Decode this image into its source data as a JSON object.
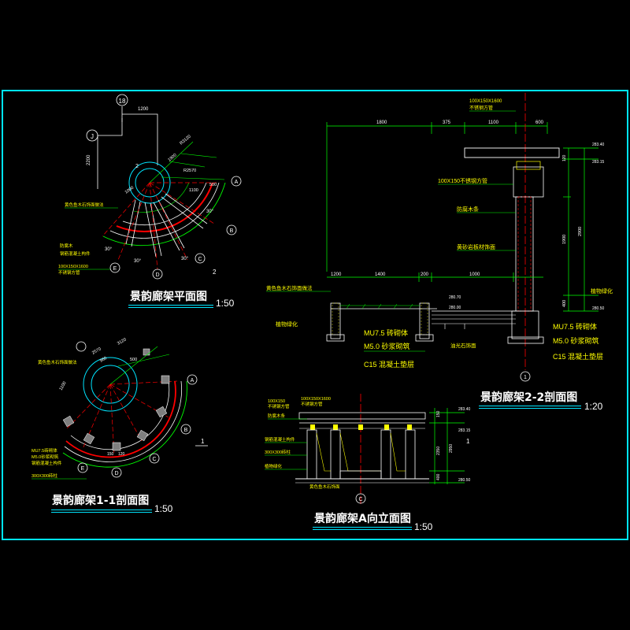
{
  "titles": {
    "plan": "景韵廊架平面图",
    "plan_scale": "1:50",
    "section11": "景韵廊架1-1剖面图",
    "section11_scale": "1:50",
    "section22": "景韵廊架2-2剖面图",
    "section22_scale": "1:20",
    "elevationA": "景韵廊架A向立面图",
    "elevationA_scale": "1:50"
  },
  "plan": {
    "grid_top": "18",
    "grid_left": "J",
    "dim_1200": "1200",
    "dim_2200": "2200",
    "dim_1900": "1900",
    "dim_1100": "1100",
    "dim_1000": "1000",
    "dim_500": "500",
    "dim_r2570": "R2570",
    "dim_r3120": "R3120",
    "dim_30a": "30°",
    "dim_30b": "30°",
    "dim_30c": "30°",
    "dim_30d": "30°",
    "axis_a": "A",
    "axis_b": "B",
    "axis_c": "C",
    "axis_d": "D",
    "axis_e": "E",
    "sec2": "2",
    "note1": "黄色鱼木石饰面做法",
    "note2": "防腐木",
    "note3": "钢筋混凝土构件",
    "note4": "100X150X1600",
    "note5": "不锈钢方管"
  },
  "section11": {
    "dim_2570": "2570",
    "dim_3120": "3120",
    "dim_960": "960",
    "dim_500": "500",
    "dim_1100": "1100",
    "axis_a": "A",
    "axis_b": "B",
    "axis_c": "C",
    "axis_d": "D",
    "axis_e": "E",
    "sec1": "1",
    "note1": "黄色鱼木石饰面做法",
    "note2": "MU7.5砖砌体",
    "note3": "M5.0砂浆砌筑",
    "note4": "钢筋混凝土构件",
    "note5": "300X300砖柱",
    "dim_150": "150",
    "dim_120": "120"
  },
  "section22": {
    "top_note1": "100X150X1600",
    "top_note2": "不锈钢方管",
    "dim_1800": "1800",
    "dim_375": "375",
    "dim_1100": "1100",
    "dim_600": "600",
    "dim_1200": "1200",
    "dim_1400": "1400",
    "dim_200": "200",
    "dim_1000": "1000",
    "dim_120": "120",
    "dim_1900": "1900",
    "dim_2900": "2900",
    "dim_400": "400",
    "elev_top": "283.40",
    "elev_2": "283.15",
    "elev_mid": "280.70",
    "elev_ground": "280.50",
    "elev_base": "280.00",
    "label_tube": "100X150不锈钢方管",
    "label_wood": "防腐木条",
    "label_stone": "黄砂岩板材饰面",
    "label_green": "植物绿化",
    "label_green2": "植物绿化",
    "label_yellow": "黄色鱼木石饰面做法",
    "label_mu": "MU7.5 砖砌体",
    "label_m5": "M5.0 砂浆砌筑",
    "label_c15": "C15 混凝土垫层",
    "label_mu_r": "MU7.5 砖砌体",
    "label_m5_r": "M5.0 砂浆砌筑",
    "label_c15_r": "C15 混凝土垫层",
    "label_stone2": "油光石饰面",
    "axis": "1"
  },
  "elevationA": {
    "note1": "100X150",
    "note2": "不锈钢方管",
    "note3": "防腐木条",
    "note4": "100X150X1600",
    "note5": "不锈钢方管",
    "note6": "钢筋混凝土构件",
    "note7": "300X300砖柱",
    "note8": "黄色鱼木石饰面",
    "note9": "植物绿化",
    "elev1": "283.40",
    "elev2": "283.15",
    "elev3": "280.50",
    "dim_150": "150",
    "dim_2350": "2350",
    "dim_2950": "2950",
    "dim_400": "400",
    "axis": "C",
    "sec": "1"
  },
  "colors": {
    "frame": "#00e5ff",
    "green": "#00ff00",
    "red": "#ff0000",
    "yellow": "#ffff00",
    "white": "#ffffff",
    "cyan": "#00e5ff"
  }
}
